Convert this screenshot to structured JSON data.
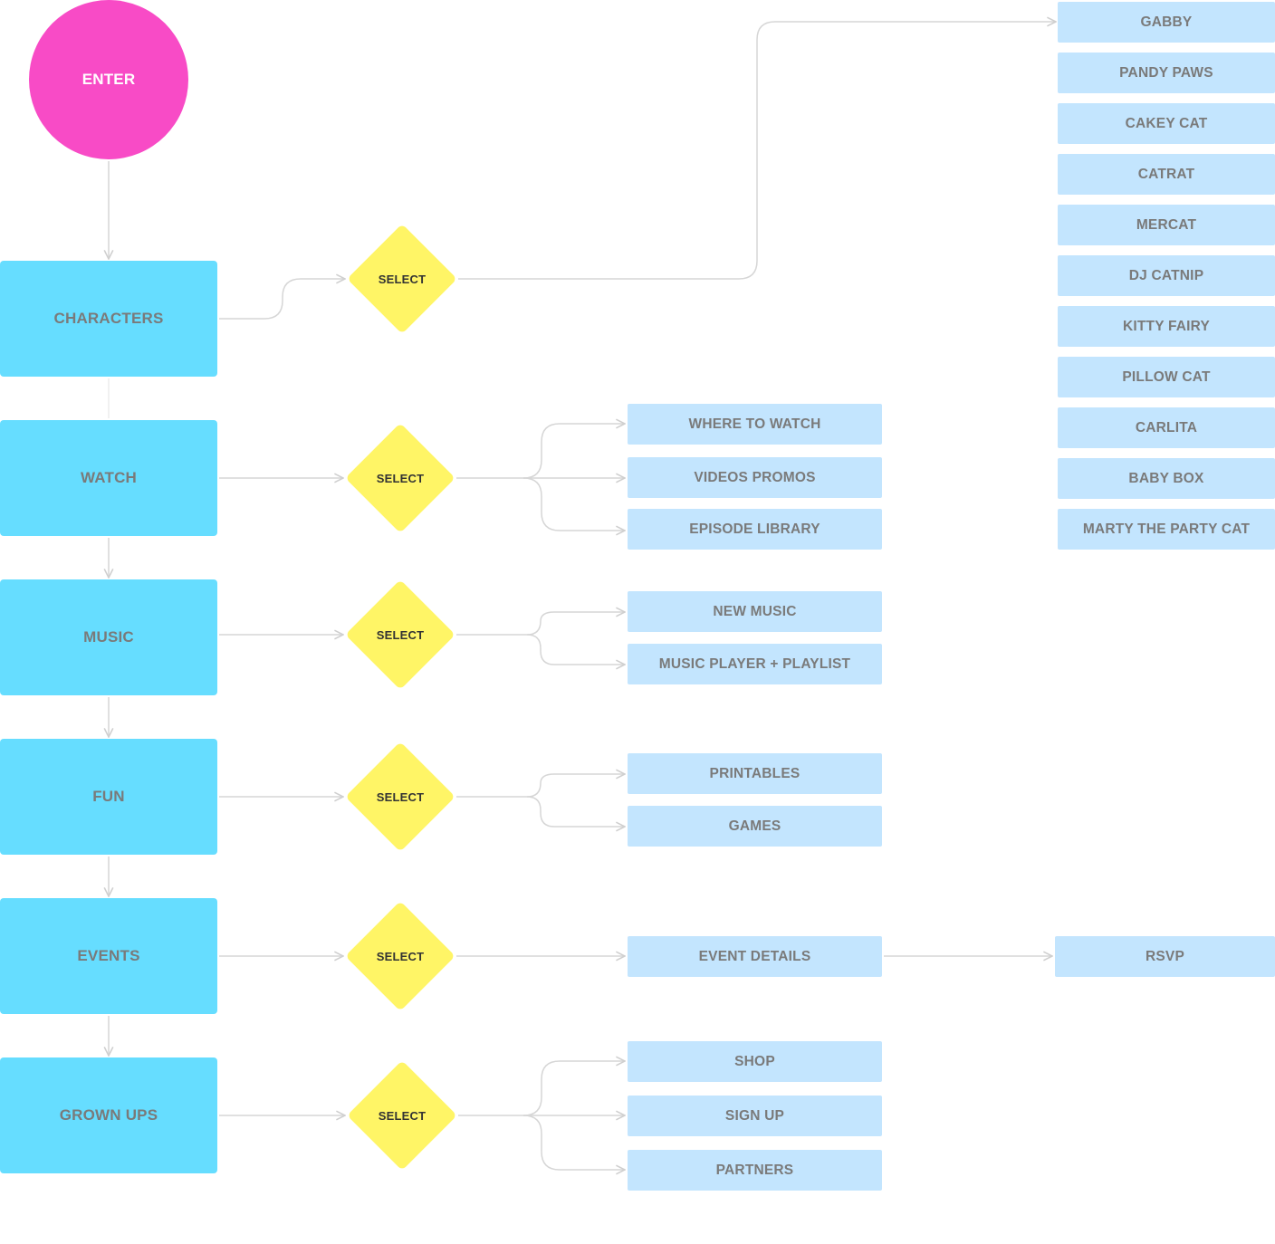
{
  "start": {
    "label": "ENTER"
  },
  "decision_label": "SELECT",
  "sections": [
    {
      "label": "CHARACTERS",
      "options": [
        "GABBY",
        "PANDY PAWS",
        "CAKEY CAT",
        "CATRAT",
        "MERCAT",
        "DJ CATNIP",
        "KITTY FAIRY",
        "PILLOW CAT",
        "CARLITA",
        "BABY BOX",
        "MARTY THE PARTY CAT"
      ]
    },
    {
      "label": "WATCH",
      "options": [
        "WHERE TO WATCH",
        "VIDEOS PROMOS",
        "EPISODE LIBRARY"
      ]
    },
    {
      "label": "MUSIC",
      "options": [
        "NEW MUSIC",
        "MUSIC PLAYER + PLAYLIST"
      ]
    },
    {
      "label": "FUN",
      "options": [
        "PRINTABLES",
        "GAMES"
      ]
    },
    {
      "label": "EVENTS",
      "options": [
        "EVENT DETAILS"
      ],
      "followup": "RSVP"
    },
    {
      "label": "GROWN UPS",
      "options": [
        "SHOP",
        "SIGN UP",
        "PARTNERS"
      ]
    }
  ],
  "colors": {
    "start": "#f84bc6",
    "section": "#66ddff",
    "decision": "#fff566",
    "option": "#c3e5fe",
    "connector": "#d6d6d6"
  }
}
